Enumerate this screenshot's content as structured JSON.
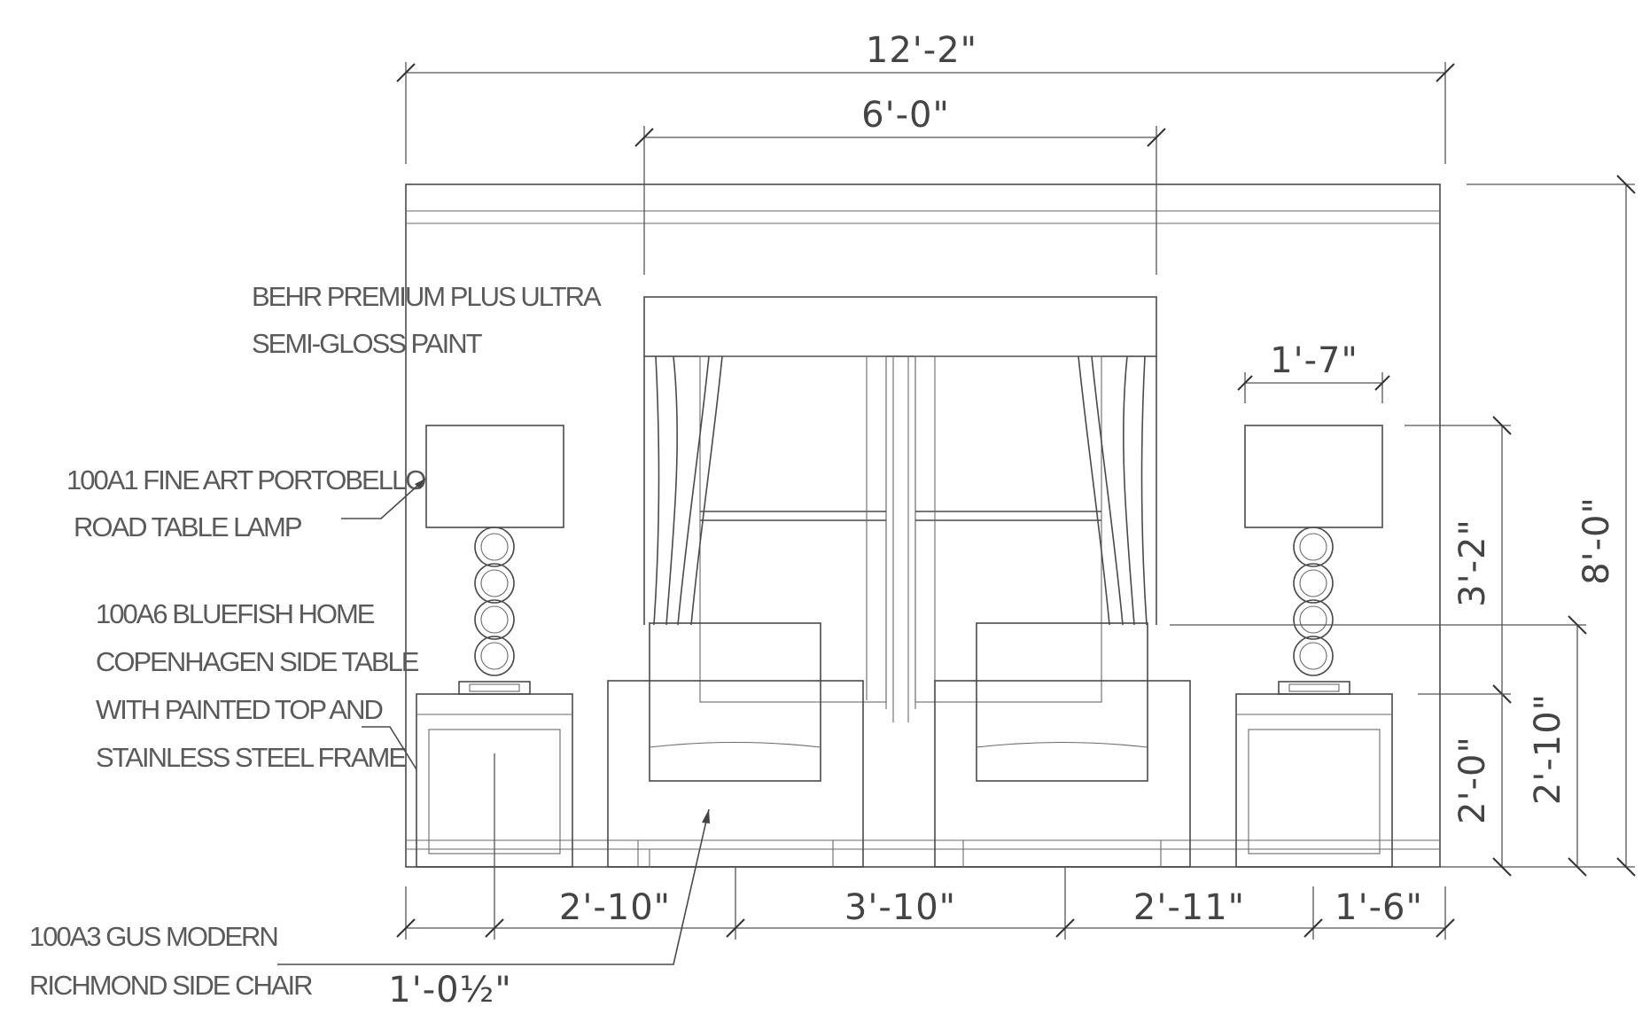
{
  "dimensions": {
    "overall_width": "12'-2\"",
    "window_width": "6'-0\"",
    "lamp_shade_width": "1'-7\"",
    "overall_height": "8'-0\"",
    "lamp_height": "3'-2\"",
    "window_sill_height": "2'-10\"",
    "side_table_height": "2'-0\"",
    "bottom_seg_1": "2'-10\"",
    "bottom_seg_2": "3'-10\"",
    "bottom_seg_3": "2'-11\"",
    "bottom_seg_4": "1'-6\"",
    "offset_left": "1'-0½\""
  },
  "notes": {
    "paint_line1": "BEHR PREMIUM PLUS ULTRA",
    "paint_line2": "SEMI-GLOSS PAINT",
    "lamp_line1": "100A1 FINE ART PORTOBELLO",
    "lamp_line2": "ROAD TABLE LAMP",
    "table_line1": "100A6 BLUEFISH HOME",
    "table_line2": "COPENHAGEN SIDE TABLE",
    "table_line3": "WITH PAINTED TOP AND",
    "table_line4": "STAINLESS STEEL FRAME",
    "chair_line1": "100A3 GUS MODERN",
    "chair_line2": "RICHMOND SIDE CHAIR"
  }
}
